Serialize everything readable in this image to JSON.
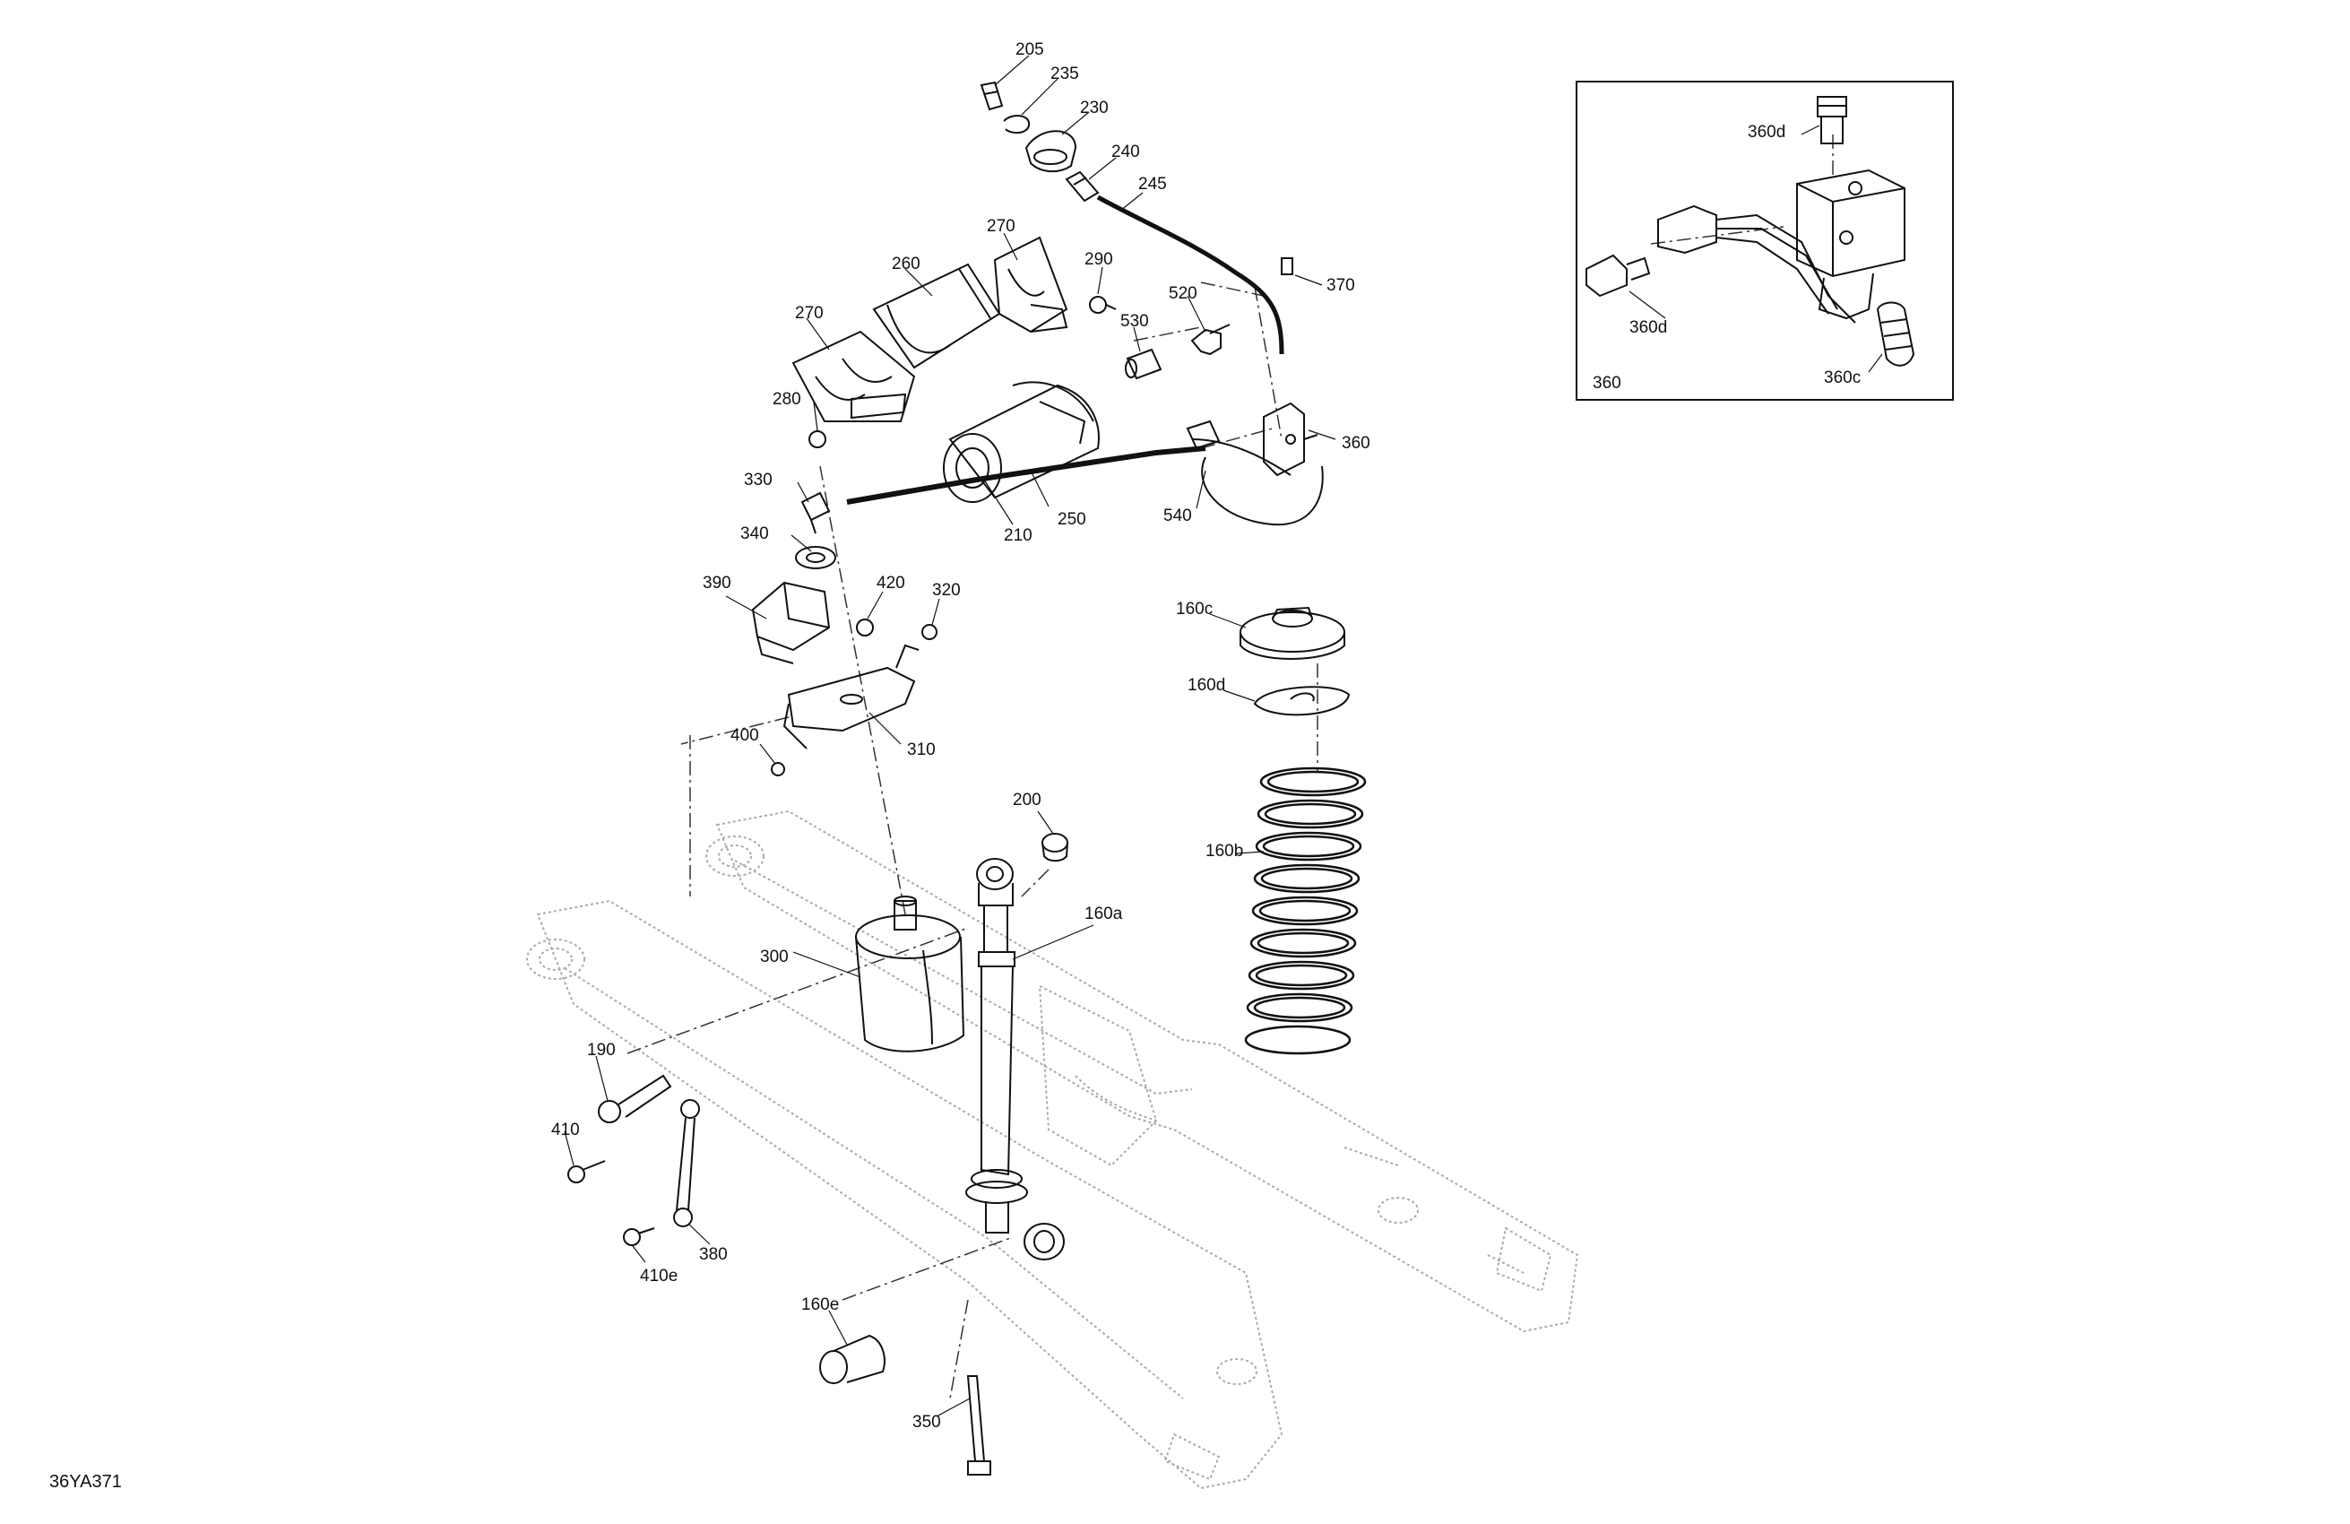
{
  "diagram": {
    "reference": "36YA371",
    "callouts": [
      "205",
      "235",
      "230",
      "240",
      "245",
      "270",
      "260",
      "270",
      "290",
      "520",
      "370",
      "530",
      "270",
      "280",
      "330",
      "210",
      "250",
      "540",
      "360",
      "340",
      "390",
      "420",
      "320",
      "310",
      "400",
      "160c",
      "160d",
      "200",
      "160b",
      "160a",
      "300",
      "190",
      "410",
      "380",
      "410e",
      "160e",
      "350"
    ],
    "inset": {
      "callouts": [
        "360d",
        "360d",
        "360c",
        "360"
      ]
    }
  }
}
